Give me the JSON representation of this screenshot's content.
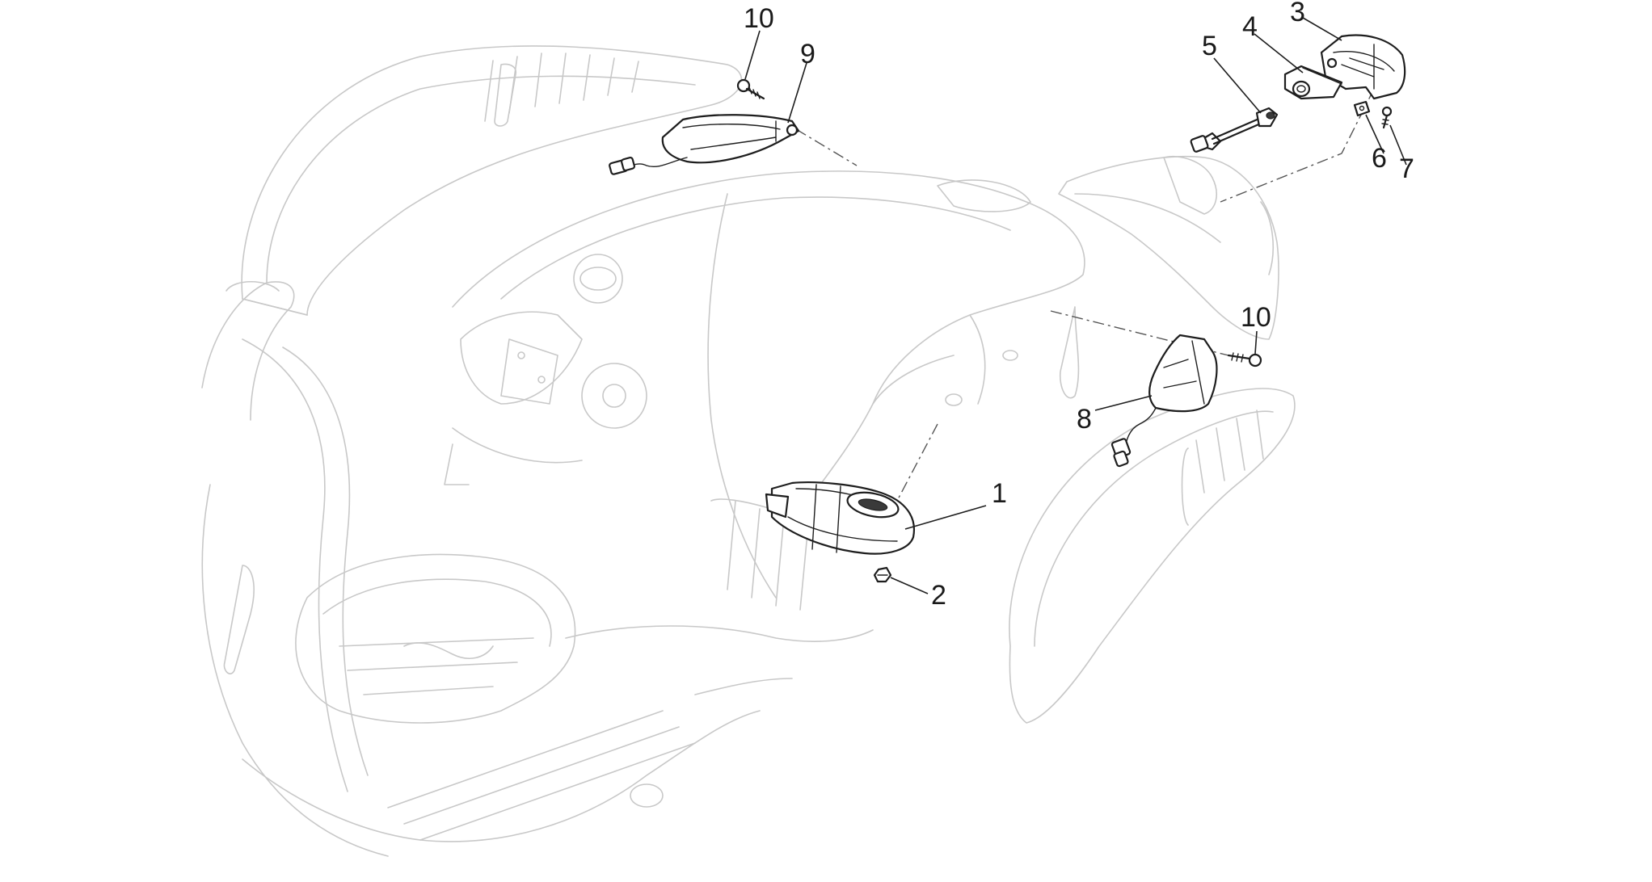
{
  "callouts": {
    "c1": "1",
    "c2": "2",
    "c3": "3",
    "c4": "4",
    "c5": "5",
    "c6": "6",
    "c7": "7",
    "c8": "8",
    "c9": "9",
    "c10a": "10",
    "c10b": "10"
  },
  "colors": {
    "outline": "#1e1e1e",
    "ghost": "#c8c8c8",
    "background": "#ffffff"
  }
}
